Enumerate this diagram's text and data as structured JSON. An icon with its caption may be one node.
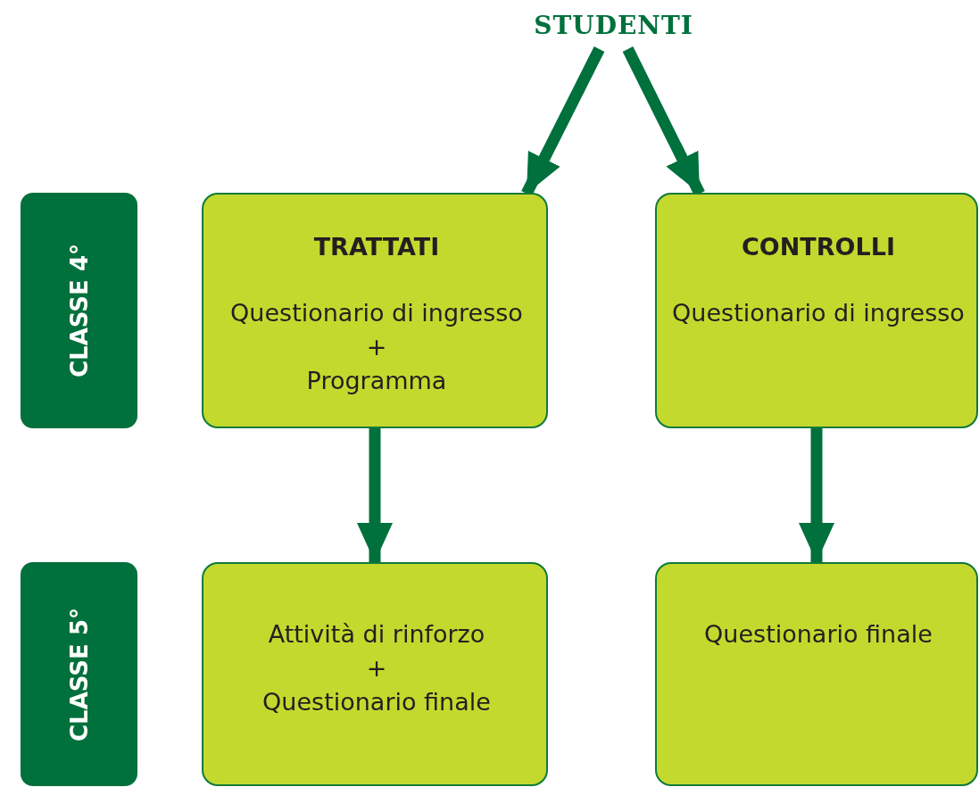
{
  "diagram": {
    "nodes": [
      {
        "text": [
          "STUDENTI"
        ]
      },
      {
        "text": [
          "CLASSE 4°"
        ]
      },
      {
        "text": [
          "TRATTATI",
          "Questionario di ingresso",
          "+",
          "Programma"
        ]
      },
      {
        "text": [
          "CONTROLLI",
          "Questionario di ingresso"
        ]
      },
      {
        "text": [
          "CLASSE 5°"
        ]
      },
      {
        "text": [
          "Attività di rinforzo",
          "+",
          "Questionario finale"
        ]
      },
      {
        "text": [
          "Questionario finale"
        ]
      }
    ],
    "edges": [
      {
        "from": 0,
        "to": 2,
        "arrow": "to"
      },
      {
        "from": 0,
        "to": 3,
        "arrow": "to"
      },
      {
        "from": 2,
        "to": 5,
        "arrow": "to"
      },
      {
        "from": 3,
        "to": 6,
        "arrow": "to"
      }
    ]
  }
}
